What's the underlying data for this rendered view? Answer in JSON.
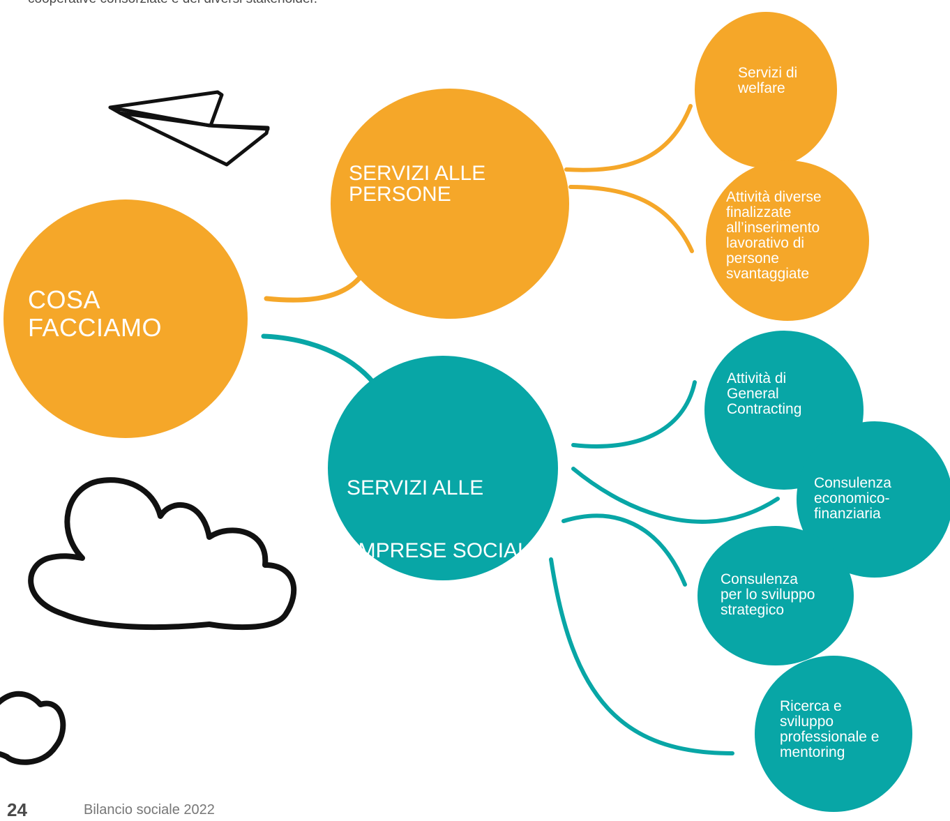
{
  "header": {
    "intro_text": "cooperative consorziate e dei diversi stakeholder."
  },
  "diagram": {
    "root": {
      "label_lines": [
        "COSA",
        "FACCIAMO"
      ],
      "color": "#F5A729"
    },
    "branches": [
      {
        "label_lines": [
          "SERVIZI ALLE",
          "PERSONE"
        ],
        "color": "#F5A729",
        "children": [
          {
            "label_lines": [
              "Servizi di",
              "welfare"
            ]
          },
          {
            "label_lines": [
              "Attività diverse",
              "finalizzate",
              "all’inserimento",
              "lavorativo di",
              "persone",
              "svantaggiate"
            ]
          }
        ]
      },
      {
        "label_lines": [
          "SERVIZI ALLE",
          " IMPRESE SOCIALI"
        ],
        "color": "#08A6A6",
        "children": [
          {
            "label_lines": [
              "Attività di",
              "General",
              "Contracting"
            ]
          },
          {
            "label_lines": [
              "Consulenza",
              "economico-",
              "finanziaria"
            ]
          },
          {
            "label_lines": [
              "Consulenza",
              "per lo sviluppo",
              "strategico"
            ]
          },
          {
            "label_lines": [
              "Ricerca e",
              "sviluppo",
              "professionale e",
              "mentoring"
            ]
          }
        ]
      }
    ]
  },
  "footer": {
    "page_number": "24",
    "document_title": "Bilancio sociale 2022"
  },
  "icons": [
    "paper-plane-icon",
    "cloud-icon",
    "cloud-partial-icon"
  ]
}
